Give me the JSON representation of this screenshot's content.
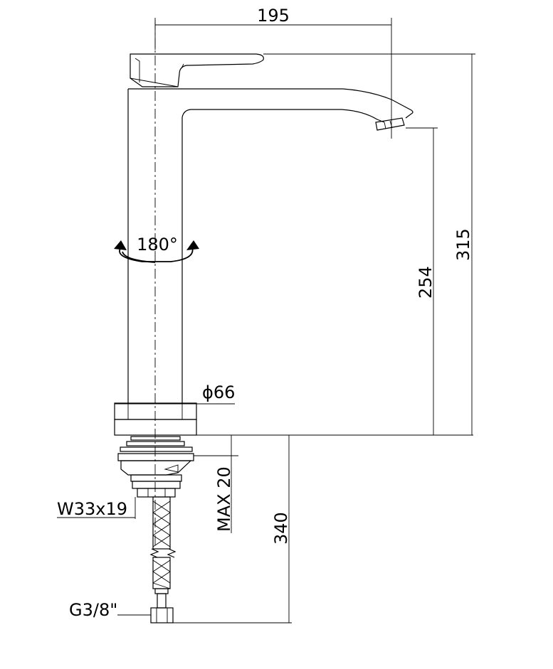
{
  "labels": {
    "width": "195",
    "total_height": "315",
    "spout_height": "254",
    "rotation": "180°",
    "diameter": "ϕ66",
    "max_thickness": "MAX 20",
    "hose_length": "340",
    "thread": "W33x19",
    "connector": "G3/8\""
  }
}
